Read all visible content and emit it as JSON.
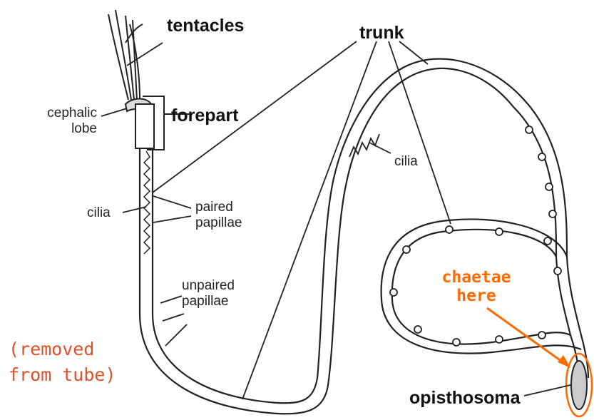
{
  "labels": {
    "tentacles": "tentacles",
    "forepart": "forepart",
    "cephalic_lobe": "cephalic\nlobe",
    "trunk": "trunk",
    "cilia_top": "cilia",
    "cilia_left": "cilia",
    "paired_papillae": "paired\npapillae",
    "unpaired_papillae": "unpaired\npapillae",
    "opisthosoma": "opisthosoma"
  },
  "annotations": {
    "chaetae_here": "chaetae\nhere",
    "removed_from_tube": "(removed\nfrom tube)"
  },
  "colors": {
    "accent_orange": "#ff6a00",
    "handwriting_red": "#e0502a",
    "line": "#111111"
  }
}
